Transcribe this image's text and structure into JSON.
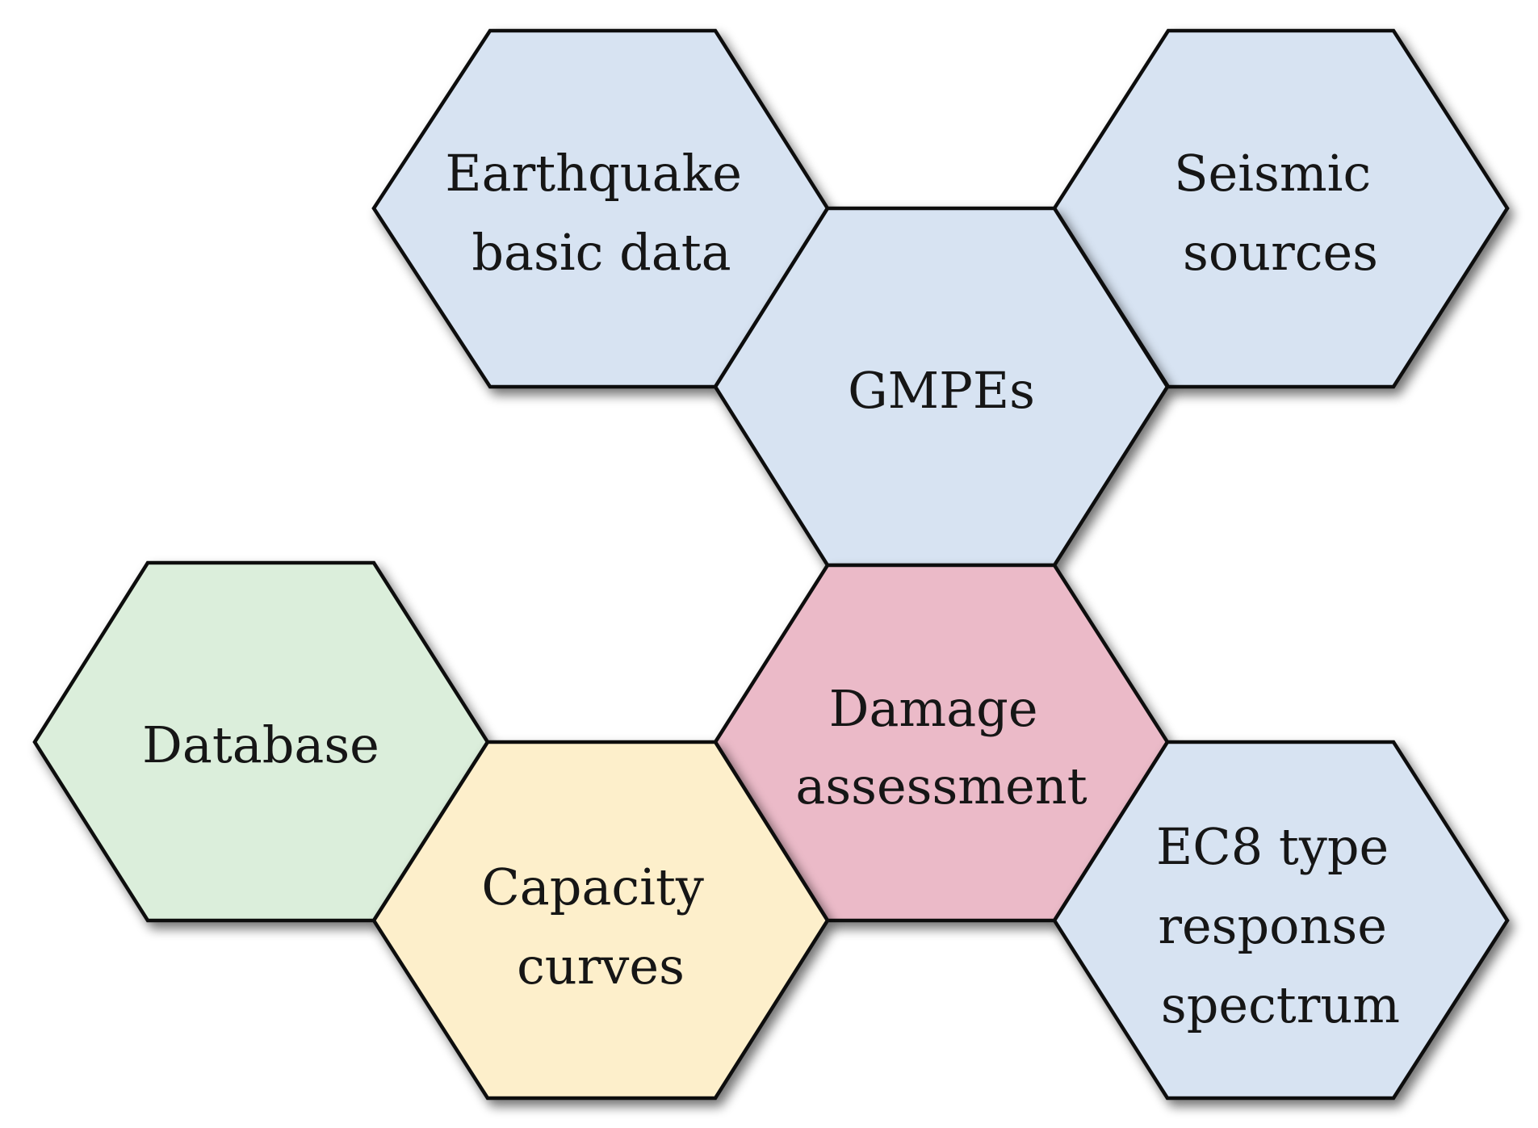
{
  "nodes": [
    {
      "id": "earthquake-basic-data",
      "lines": [
        "Earthquake",
        "basic data"
      ],
      "fill": "#d7e3f2"
    },
    {
      "id": "seismic-sources",
      "lines": [
        "Seismic",
        "sources"
      ],
      "fill": "#d7e3f2"
    },
    {
      "id": "gmpes",
      "lines": [
        "GMPEs"
      ],
      "fill": "#d7e3f2"
    },
    {
      "id": "damage-assessment",
      "lines": [
        "Damage",
        "assessment"
      ],
      "fill": "#ebbac8"
    },
    {
      "id": "database",
      "lines": [
        "Database"
      ],
      "fill": "#dbeedb"
    },
    {
      "id": "capacity-curves",
      "lines": [
        "Capacity",
        "curves"
      ],
      "fill": "#fdefcb"
    },
    {
      "id": "ec8-response-spectrum",
      "lines": [
        "EC8 type",
        "response",
        "spectrum"
      ],
      "fill": "#d7e3f2"
    }
  ],
  "colors": {
    "outline": "#111111",
    "text": "#141414",
    "shadow": "#000000"
  }
}
